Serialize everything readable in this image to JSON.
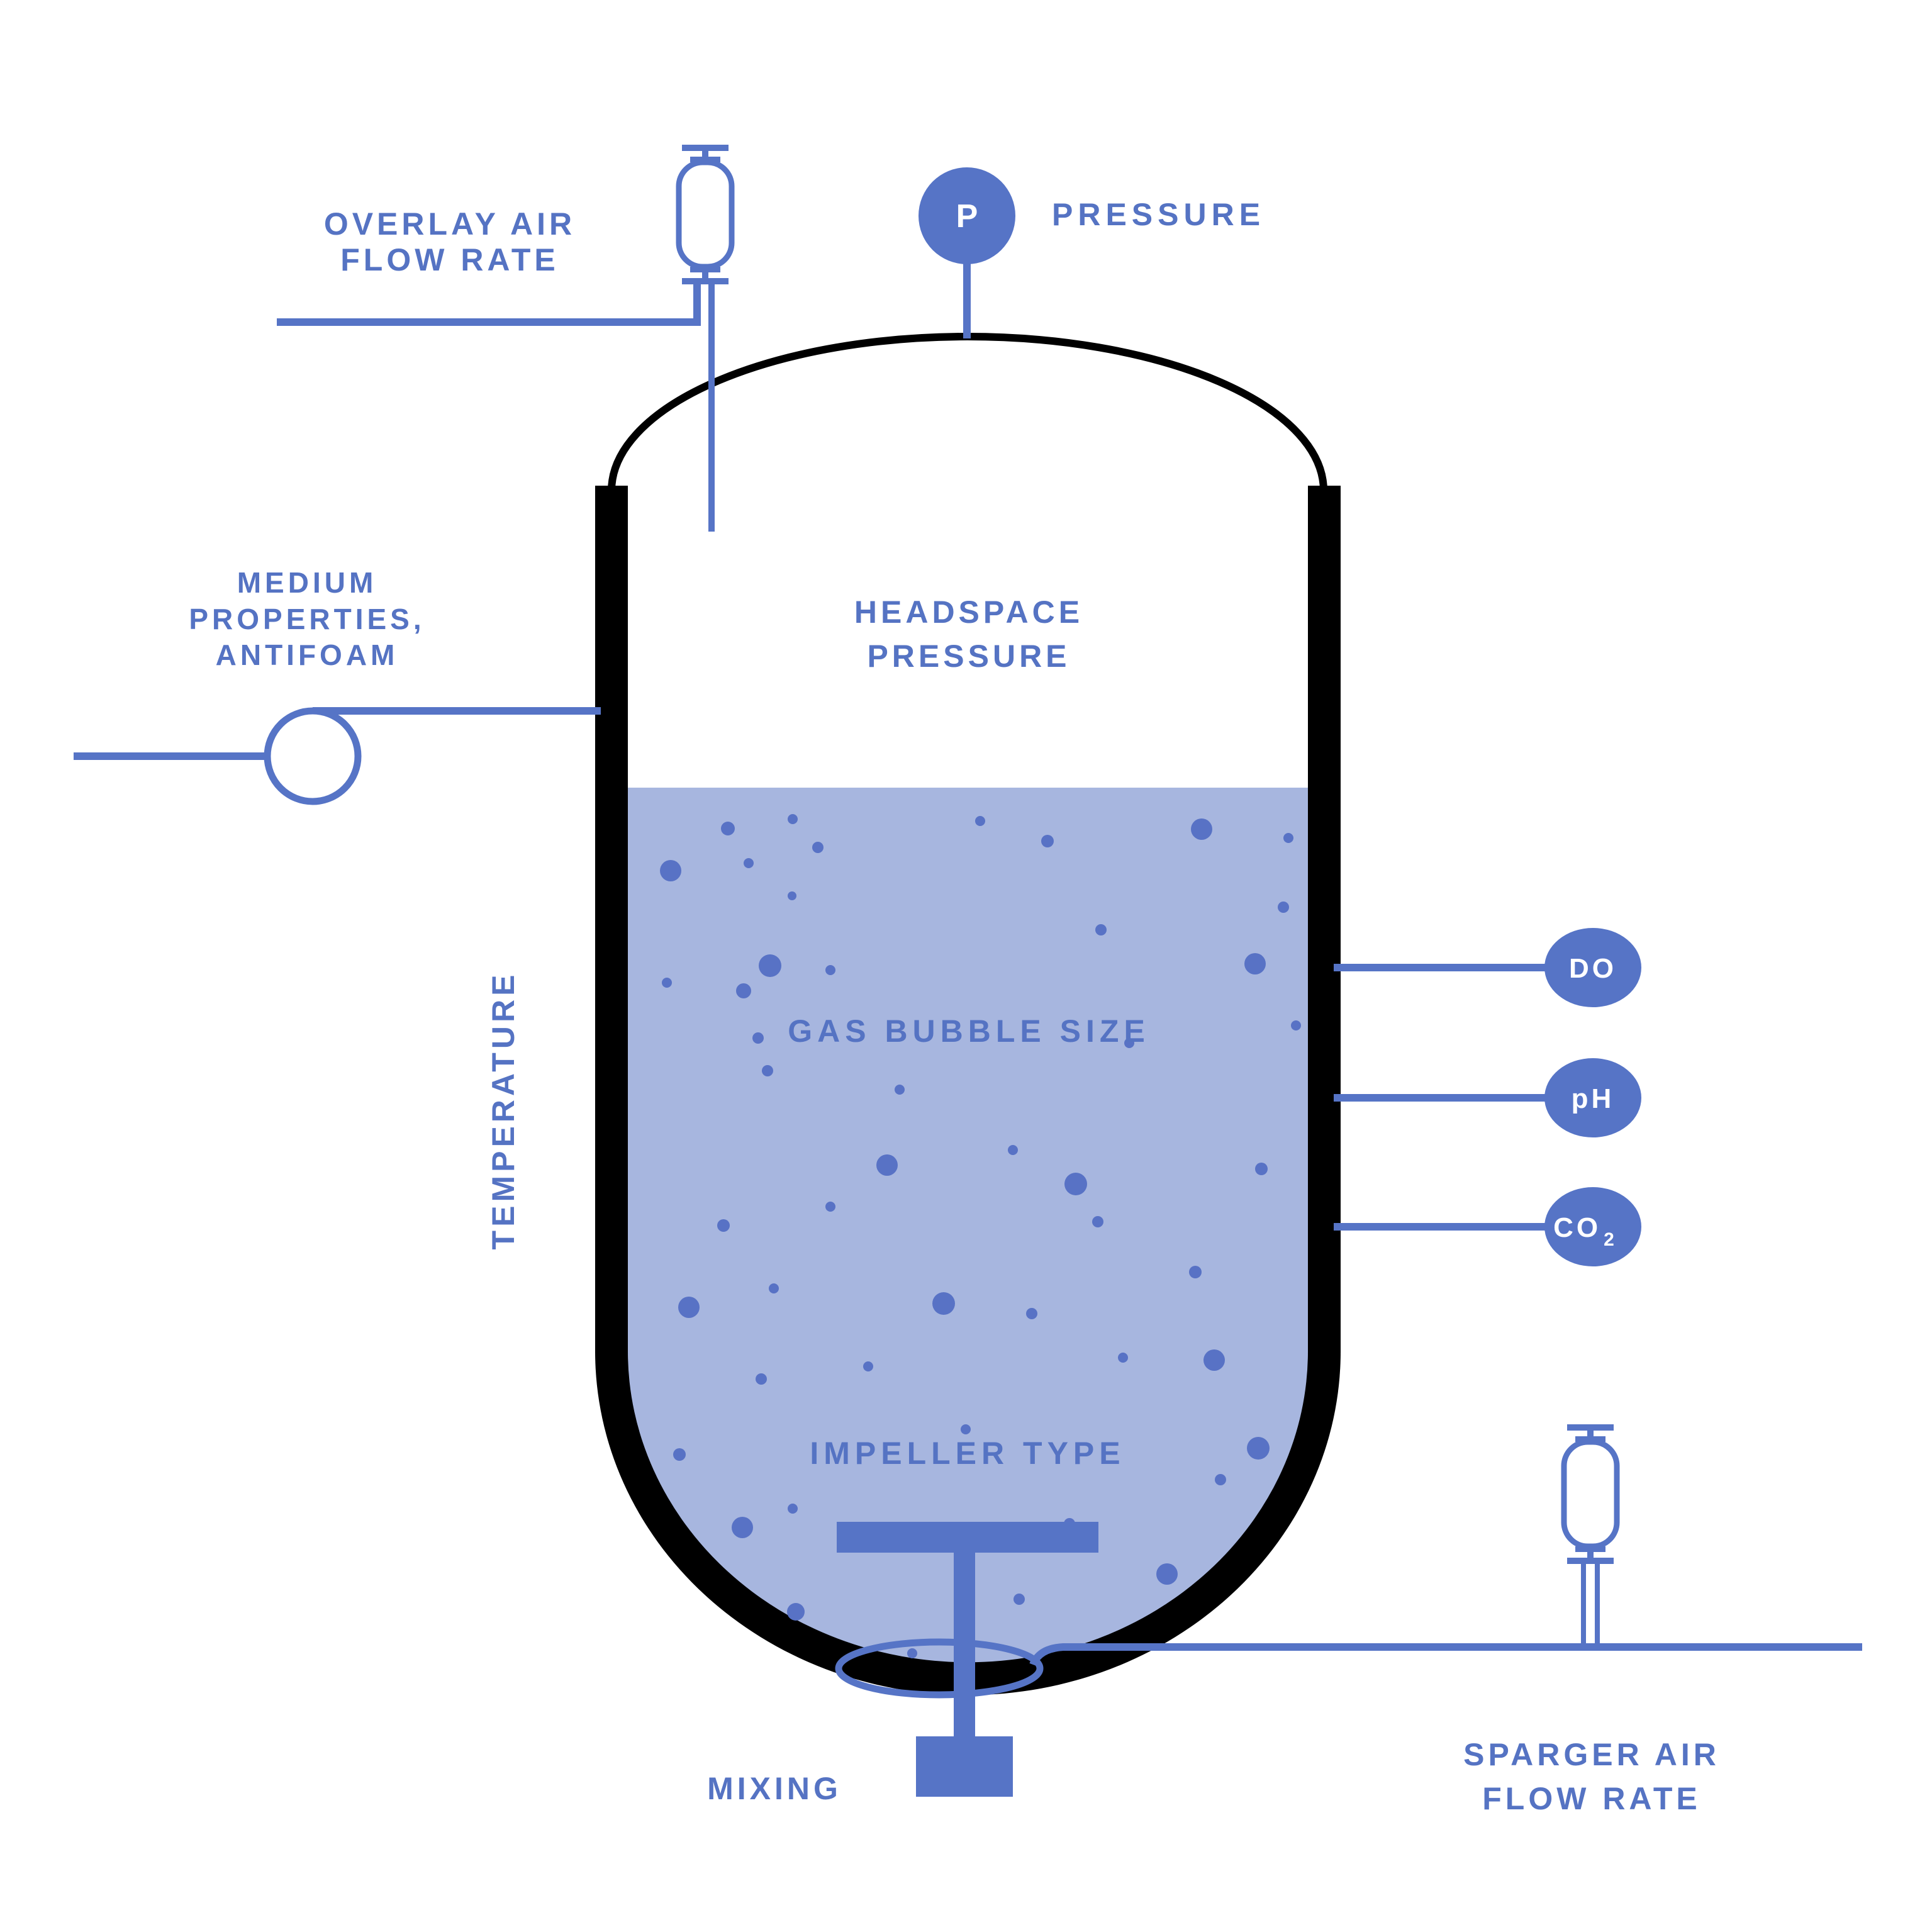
{
  "palette": {
    "accent": "#5674c6",
    "label": "#5573c3",
    "liquid": "#a7b6df",
    "bubble": "#5872c5",
    "wall": "#000000",
    "bg": "#ffffff",
    "sensor_text": "#ffffff"
  },
  "labels": {
    "overlay_air_flow_rate": [
      "OVERLAY AIR",
      "FLOW RATE"
    ],
    "pressure": "PRESSURE",
    "medium_properties_antifoam": [
      "MEDIUM",
      "PROPERTIES,",
      "ANTIFOAM"
    ],
    "headspace_pressure": [
      "HEADSPACE",
      "PRESSURE"
    ],
    "temperature": "TEMPERATURE",
    "gas_bubble_size": "GAS BUBBLE SIZE",
    "impeller_type": "IMPELLER TYPE",
    "mixing": "MIXING",
    "sparger_air_flow_rate": [
      "SPARGER AIR",
      "FLOW RATE"
    ]
  },
  "gauge": {
    "label": "P"
  },
  "sensors": [
    {
      "id": "do",
      "label": "DO"
    },
    {
      "id": "ph",
      "label": "pH"
    },
    {
      "id": "co2",
      "label": "CO",
      "subscript": "2"
    }
  ],
  "bubbles": [
    [
      1157,
      1317,
      11
    ],
    [
      1260,
      1302,
      8
    ],
    [
      1558,
      1305,
      8
    ],
    [
      1910,
      1318,
      17
    ],
    [
      1300,
      1347,
      9
    ],
    [
      1665,
      1337,
      10
    ],
    [
      2048,
      1332,
      8
    ],
    [
      1190,
      1372,
      8
    ],
    [
      1066,
      1384,
      17
    ],
    [
      1259,
      1424,
      7
    ],
    [
      2040,
      1442,
      9
    ],
    [
      1750,
      1478,
      9
    ],
    [
      1224,
      1535,
      18
    ],
    [
      1320,
      1542,
      8
    ],
    [
      1995,
      1532,
      17
    ],
    [
      1182,
      1575,
      12
    ],
    [
      1060,
      1562,
      8
    ],
    [
      1205,
      1650,
      9
    ],
    [
      1795,
      1658,
      8
    ],
    [
      2060,
      1630,
      8
    ],
    [
      1430,
      1732,
      8
    ],
    [
      1220,
      1702,
      9
    ],
    [
      1410,
      1852,
      17
    ],
    [
      1610,
      1828,
      8
    ],
    [
      2005,
      1858,
      10
    ],
    [
      1150,
      1948,
      10
    ],
    [
      1320,
      1918,
      8
    ],
    [
      1710,
      1882,
      18
    ],
    [
      1745,
      1942,
      9
    ],
    [
      1900,
      2022,
      10
    ],
    [
      1095,
      2078,
      17
    ],
    [
      1230,
      2048,
      8
    ],
    [
      1500,
      2072,
      18
    ],
    [
      1640,
      2088,
      9
    ],
    [
      1210,
      2192,
      9
    ],
    [
      1380,
      2172,
      8
    ],
    [
      1785,
      2158,
      8
    ],
    [
      1930,
      2162,
      17
    ],
    [
      1080,
      2312,
      10
    ],
    [
      1535,
      2272,
      8
    ],
    [
      2000,
      2302,
      18
    ],
    [
      1180,
      2428,
      17
    ],
    [
      1260,
      2398,
      8
    ],
    [
      1700,
      2422,
      9
    ],
    [
      1940,
      2352,
      9
    ],
    [
      1265,
      2562,
      14
    ],
    [
      1620,
      2542,
      9
    ],
    [
      1855,
      2502,
      17
    ],
    [
      1450,
      2628,
      8
    ]
  ]
}
